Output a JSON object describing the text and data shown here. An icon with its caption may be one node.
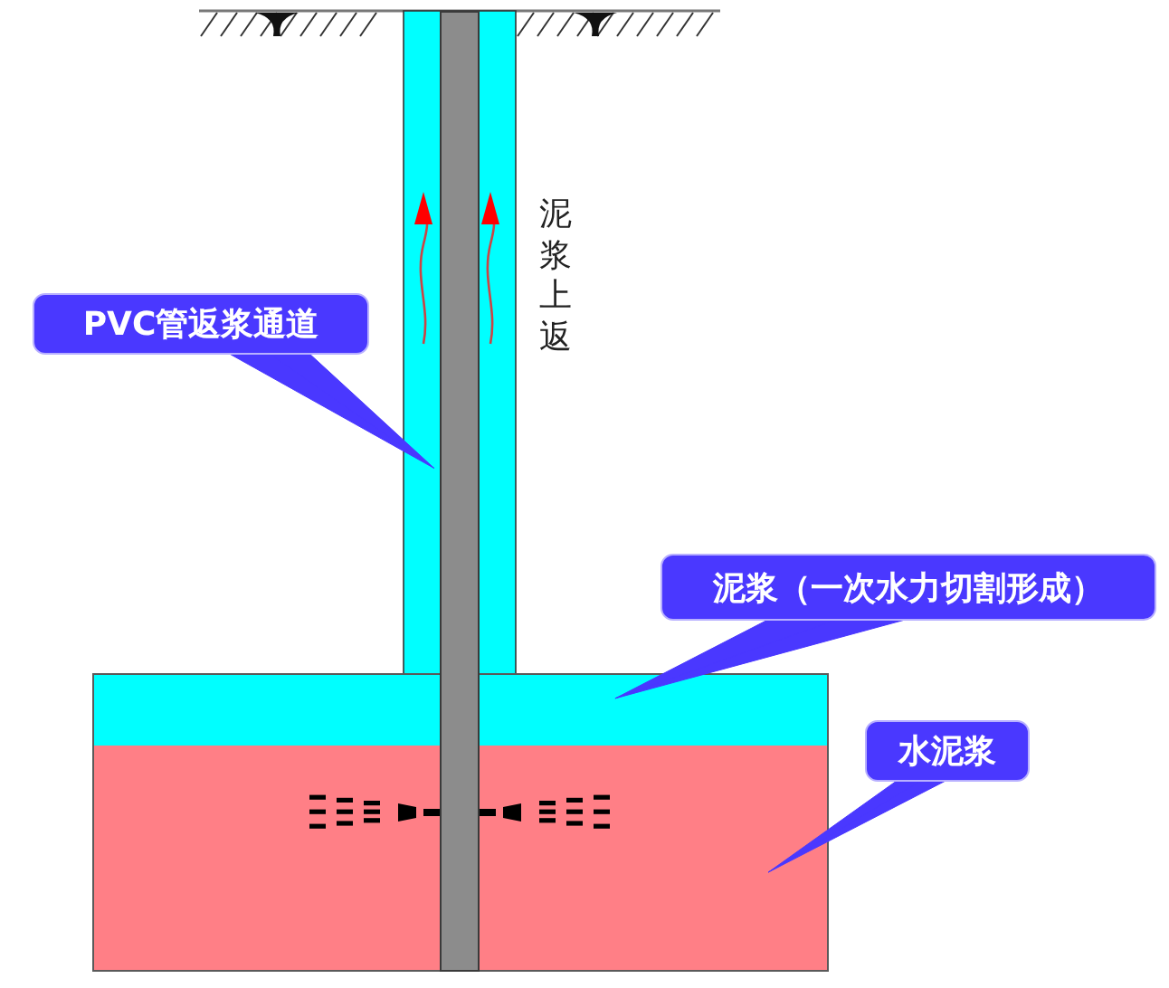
{
  "diagram": {
    "nodes": [
      {
        "text": [
          "PVC管返浆通道"
        ]
      },
      {
        "text": [],
        "shape": "bar"
      },
      {
        "text": [
          "泥浆（一次水力切割形成）"
        ]
      },
      {
        "text": [],
        "shape": "box"
      },
      {
        "text": [
          "水泥浆"
        ]
      },
      {
        "text": [],
        "shape": "box"
      }
    ],
    "edges": [
      {
        "from": 0,
        "to": 1,
        "arrow": "none"
      },
      {
        "from": 2,
        "to": 3,
        "arrow": "none"
      },
      {
        "from": 4,
        "to": 5,
        "arrow": "none"
      }
    ],
    "labels": [
      "泥浆上返"
    ]
  }
}
